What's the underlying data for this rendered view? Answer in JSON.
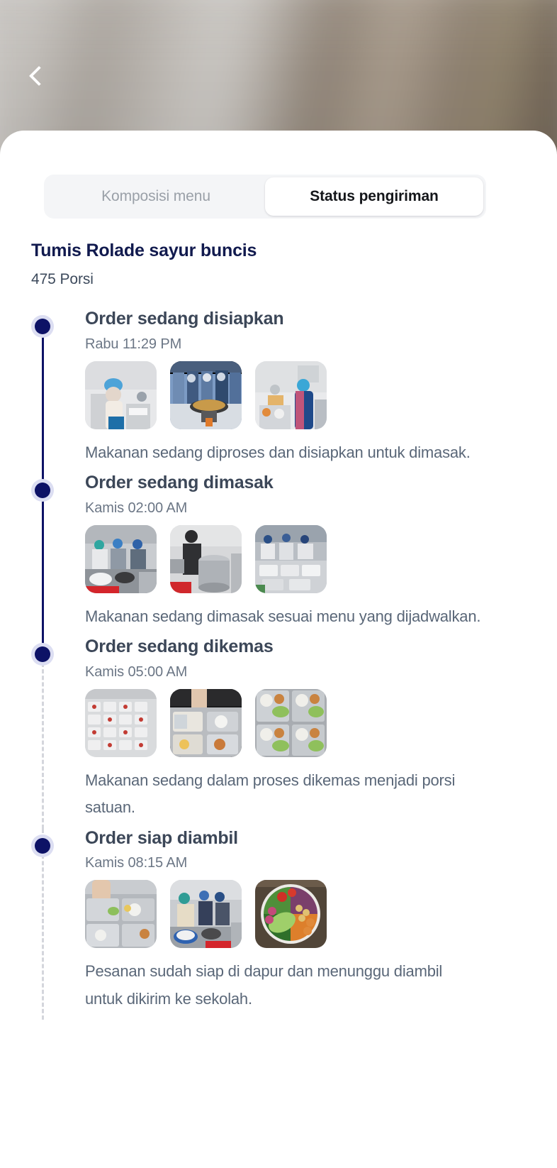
{
  "header": {
    "back_icon": "chevron-left-icon"
  },
  "tabs": [
    {
      "label": "Komposisi menu",
      "active": false
    },
    {
      "label": "Status pengiriman",
      "active": true
    }
  ],
  "menu": {
    "title": "Tumis Rolade sayur buncis",
    "portion": "475 Porsi"
  },
  "timeline": [
    {
      "status": "Order sedang disiapkan",
      "time": "Rabu 11:29 PM",
      "description": "Makanan sedang diproses dan disiapkan untuk dimasak.",
      "photos": [
        "kitchen-staff-preparing",
        "wok-cooking-stove",
        "kitchen-team-prepping"
      ]
    },
    {
      "status": "Order sedang dimasak",
      "time": "Kamis 02:00 AM",
      "description": "Makanan sedang dimasak sesuai menu yang dijadwalkan.",
      "photos": [
        "cooks-at-stations",
        "chef-large-stockpot",
        "team-plating-trays"
      ]
    },
    {
      "status": "Order sedang dikemas",
      "time": "Kamis 05:00 AM",
      "description": "Makanan sedang dalam proses dikemas menjadi porsi satuan.",
      "photos": [
        "racks-of-packed-meals",
        "hands-filling-trays",
        "packed-meal-trays"
      ]
    },
    {
      "status": "Order siap diambil",
      "time": "Kamis 08:15 AM",
      "description": "Pesanan sudah siap di dapur dan menunggu diambil untuk dikirim ke sekolah.",
      "photos": [
        "filling-meal-trays",
        "kitchen-crew-final",
        "fresh-vegetable-bowl"
      ]
    }
  ],
  "colors": {
    "brand_navy": "#0d1266",
    "title_navy": "#111a4e",
    "heading_slate": "#3c4758",
    "muted": "#6b7685",
    "tab_bg": "#f4f5f7",
    "dashed_line": "#d4d6dc"
  }
}
